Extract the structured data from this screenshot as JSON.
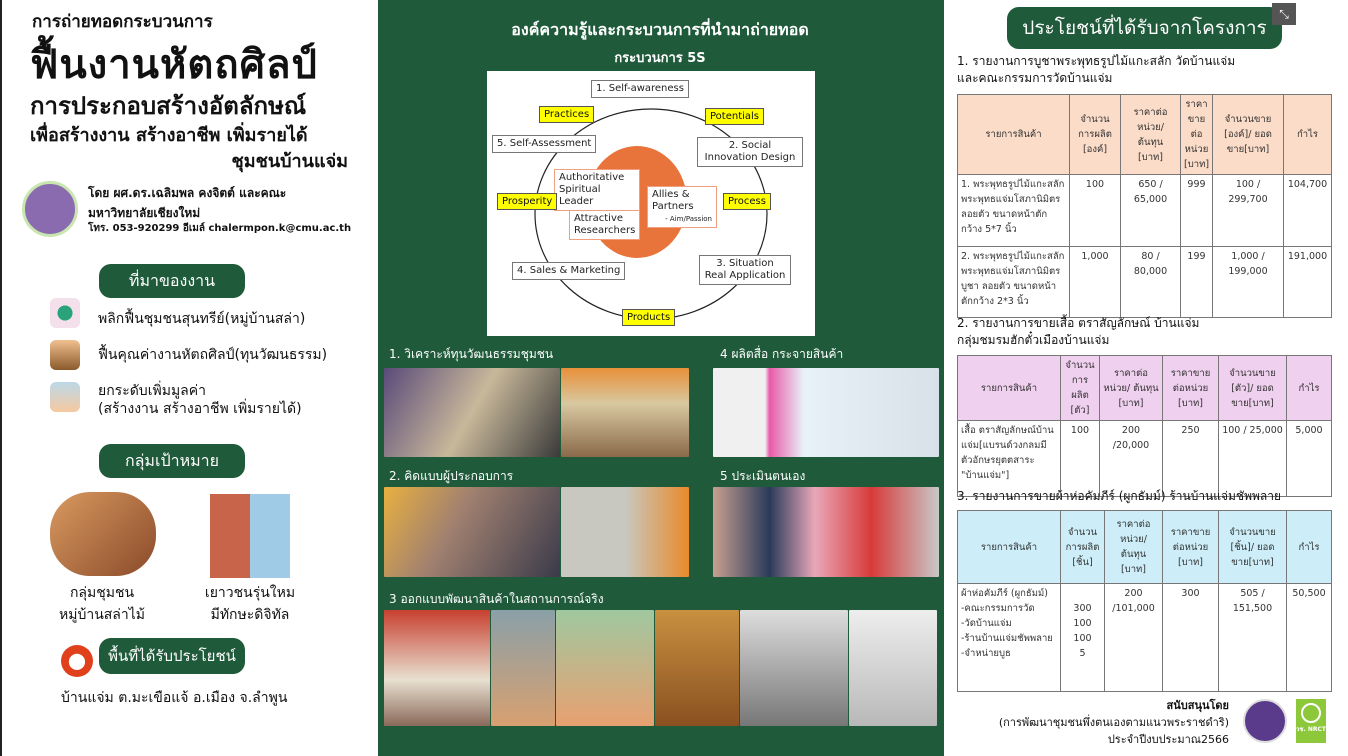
{
  "left": {
    "title_small": "การถ่ายทอดกระบวนการ",
    "title_big": "ฟื้นงานหัตถศิลป์",
    "title_mid": "การประกอบสร้างอัตลักษณ์",
    "title_sub": "เพื่อสร้างงาน สร้างอาชีพ เพิ่มรายได้",
    "title_community": "ชุมชนบ้านแจ่ม",
    "author": "โดย ผศ.ดร.เฉลิมพล คงจิตต์ และคณะ",
    "university": "มหาวิทยาลัยเชียงใหม่",
    "contact": "โทร. 053-920299   อีเมล์ chalermpon.k@cmu.ac.th",
    "origin_title": "ที่มาของงาน",
    "origin_items": [
      "พลิกฟื้นชุมชนสุนทรีย์(หมู่บ้านสล่า)",
      "ฟื้นคุณค่างานหัตถศิลป์(ทุนวัฒนธรรม)",
      "ยกระดับเพิ่มมูลค่า",
      "(สร้างงาน สร้างอาชีพ เพิ่มรายได้)"
    ],
    "target_title": "กลุ่มเป้าหมาย",
    "target_1": [
      "กลุ่มชุมชน",
      "หมู่บ้านสล่าไม้"
    ],
    "target_2": [
      "เยาวชนรุ่นใหม",
      "มีทักษะดิจิทัล"
    ],
    "area_title": "พื้นที่ได้รับประโยชน์",
    "area": "บ้านแจ่ม ต.มะเขือแจ้ อ.เมือง จ.ลำพูน"
  },
  "mid": {
    "title": "องค์ความรู้และกระบวนการที่นำมาถ่ายทอด",
    "subtitle": "กระบวนการ 5S",
    "diagram": {
      "steps": [
        "1. Self-awareness",
        "2. Social Innovation Design",
        "3. Situation Real Application",
        "4. Sales & Marketing",
        "5. Self-Assessment"
      ],
      "yellow": [
        "Practices",
        "Potentials",
        "Process",
        "Products",
        "Prosperity"
      ],
      "inner": [
        "Authoritative Spiritual Leader",
        "Attractive Researchers",
        "Allies & Partners",
        "- Aim/Passion"
      ]
    },
    "sections": [
      "1. วิเคราะห์ทุนวัฒนธรรมชุมชน",
      "2. คิดแบบผู้ประกอบการ",
      "3 ออกแบบพัฒนาสินค้าในสถานการณ์จริง",
      "4 ผลิตสื่อ กระจายสินค้า",
      "5 ประเมินตนเอง"
    ]
  },
  "right": {
    "title": "ประโยชน์ที่ได้รับจากโครงการ",
    "t1": {
      "heading": [
        "1. รายงานการบูชาพระพุทธรูปไม้แกะสลัก วัดบ้านแจ่ม",
        "และคณะกรรมการวัดบ้านแจ่ม"
      ],
      "headers": [
        "รายการสินค้า",
        "จำนวนการผลิต [องค์]",
        "ราคาต่อหน่วย/ ต้นทุน [บาท]",
        "ราคาขายต่อหน่วย [บาท]",
        "จำนวนขาย [องค์]/ ยอดขาย[บาท]",
        "กำไร"
      ],
      "rows": [
        [
          "1. พระพุทธรูปไม้แกะสลักพระพุทธแจ่มโสภานิมิตร ลอยตัว ขนาดหน้าตักกว้าง 5*7 นิ้ว",
          "100",
          "650 / 65,000",
          "999",
          "100 / 299,700",
          "104,700"
        ],
        [
          "2. พระพุทธรูปไม้แกะสลักพระพุทธแจ่มโสภานิมิตร บูชา ลอยตัว ขนาดหน้าตักกว้าง 2*3 นิ้ว",
          "1,000",
          "80 / 80,000",
          "199",
          "1,000 / 199,000",
          "191,000"
        ]
      ]
    },
    "t2": {
      "heading": [
        "2. รายงานการขายเสื้อ ตราสัญลักษณ์ บ้านแจ่ม",
        "กลุ่มชมรมฮักตั๋วเมืองบ้านแจ่ม"
      ],
      "headers": [
        "รายการสินค้า",
        "จำนวนการผลิต [ตัว]",
        "ราคาต่อหน่วย/ ต้นทุน [บาท]",
        "ราคาขายต่อหน่วย [บาท]",
        "จำนวนขาย [ตัว]/ ยอดขาย[บาท]",
        "กำไร"
      ],
      "rows": [
        [
          "เสื้อ ตราสัญลักษณ์บ้านแจ่ม[แบรนด์วงกลมมีตัวอักษรยุตตสาระ \"บ้านแจ่ม\"]",
          "100",
          "200 /20,000",
          "250",
          "100 / 25,000",
          "5,000"
        ]
      ]
    },
    "t3": {
      "heading": "3. รายงานการขายผ้าห่อคัมภีร์ (ผูกธัมม์) ร้านบ้านแจ่มชัพพลาย",
      "headers": [
        "รายการสินค้า",
        "จำนวนการผลิต [ชิ้น]",
        "ราคาต่อหน่วย/ ต้นทุน [บาท]",
        "ราคาขายต่อหน่วย [บาท]",
        "จำนวนขาย [ชิ้น]/ ยอดขาย[บาท]",
        "กำไร"
      ],
      "items": [
        "ผ้าห่อคัมภีร์ (ผูกธัมม์)",
        "-คณะกรรมการวัด",
        "-วัดบ้านแจ่ม",
        "-ร้านบ้านแจ่มชัพพลาย",
        "-จำหน่ายบูธ"
      ],
      "qty": [
        "",
        "300",
        "100",
        "100",
        "5"
      ],
      "cost": "200 /101,000",
      "price": "300",
      "sales": "505 / 151,500",
      "profit": "50,500"
    },
    "support": [
      "สนับสนุนโดย",
      "(การพัฒนาชุมชนพึ่งตนเองตามแนวพระราชดำริ)",
      "ประจำปีงบประมาณ2566"
    ],
    "nrct_label": "วช. NRCT"
  },
  "colors": {
    "green": "#1f5a3a",
    "orange": "#e8743b",
    "yellow": "#ffff00",
    "t1": "#fbdcc8",
    "t2": "#f0d0ef",
    "t3": "#cdeef8"
  }
}
